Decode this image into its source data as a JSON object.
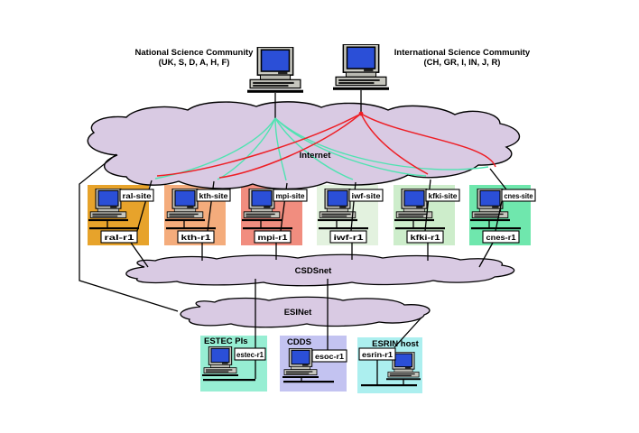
{
  "communities": {
    "national": {
      "name": "National Science Community",
      "members": "(UK, S, D, A, H, F)"
    },
    "international": {
      "name": "International Science Community",
      "members": "(CH, GR, I, IN, J, R)"
    }
  },
  "networks": {
    "internet": {
      "label": "Internet"
    },
    "csdsnet": {
      "label": "CSDSnet"
    },
    "esinet": {
      "label": "ESINet"
    }
  },
  "sites": [
    {
      "site_label": "ral-site",
      "router_label": "ral-r1",
      "color": "#E7A32B"
    },
    {
      "site_label": "kth-site",
      "router_label": "kth-r1",
      "color": "#F4AC7C"
    },
    {
      "site_label": "mpi-site",
      "router_label": "mpi-r1",
      "color": "#F18D7F"
    },
    {
      "site_label": "iwf-site",
      "router_label": "iwf-r1",
      "color": "#E3F2DF"
    },
    {
      "site_label": "kfki-site",
      "router_label": "kfki-r1",
      "color": "#CDEDCB"
    },
    {
      "site_label": "cnes-site",
      "router_label": "cnes-r1",
      "color": "#6FE7AD"
    }
  ],
  "facilities": [
    {
      "title": "ESTEC PIs",
      "router_label": "estec-r1",
      "color": "#97EED3"
    },
    {
      "title": "CDDS",
      "router_label": "esoc-r1",
      "color": "#C3C3F1"
    },
    {
      "title": "ESRIN host",
      "router_label": "esrin-r1",
      "color": "#ACEFEF"
    }
  ],
  "colors": {
    "cloud_fill": "#D9CAE3",
    "national_link": "#4FE3B1",
    "international_link": "#EE1E25",
    "screen_blue": "#2B4FD7"
  }
}
